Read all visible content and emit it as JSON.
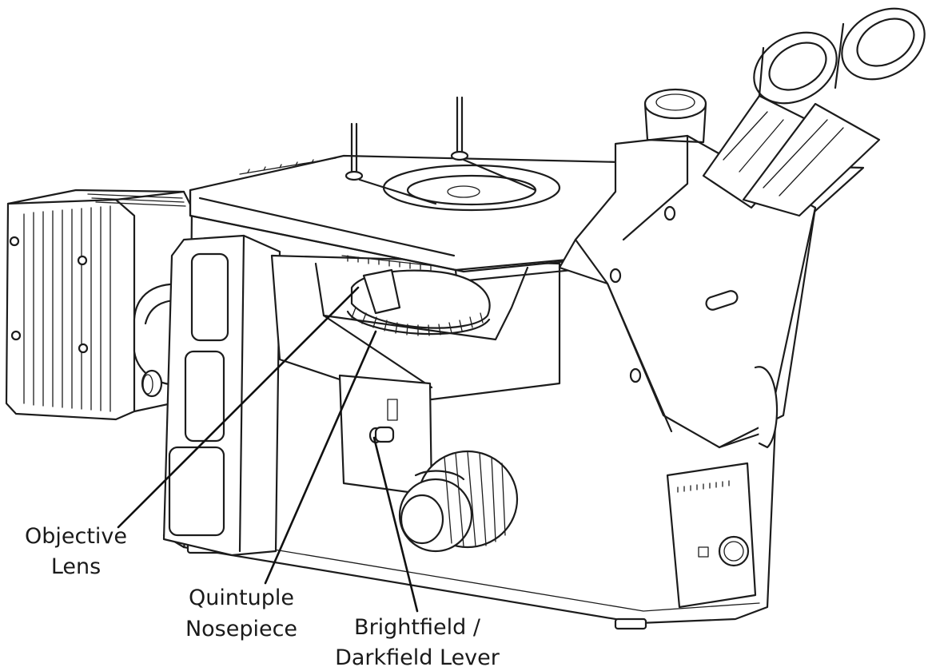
{
  "diagram": {
    "subject": "inverted metallurgical microscope",
    "labels": {
      "objective_lens_line1": "Objective",
      "objective_lens_line2": "Lens",
      "nosepiece_line1": "Quintuple",
      "nosepiece_line2": "Nosepiece",
      "lever_line1": "Brightfield /",
      "lever_line2": "Darkfield Lever"
    },
    "colors": {
      "line": "#1c1c1c",
      "background": "#ffffff",
      "text": "#1a1a1a"
    }
  }
}
